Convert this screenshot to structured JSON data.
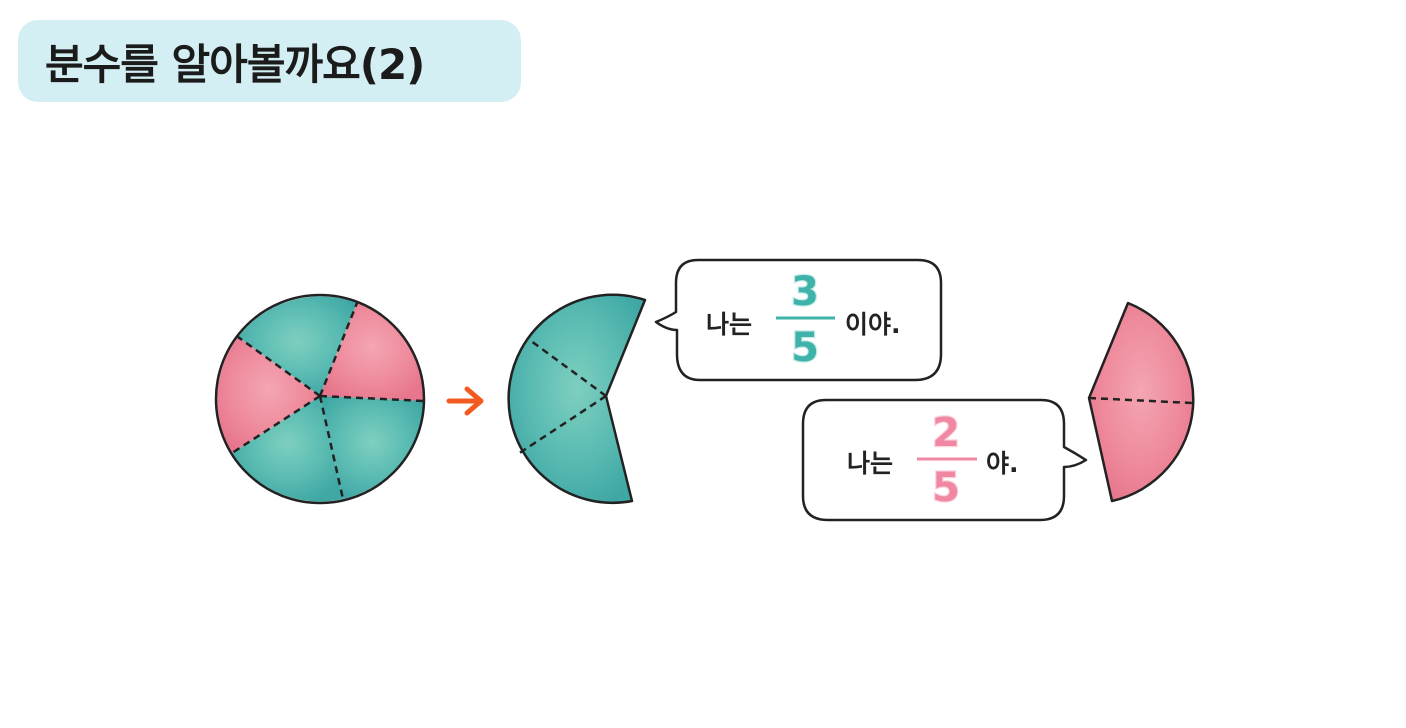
{
  "title": "분수를 알아볼까요(2)",
  "colors": {
    "title_bg": "#d3eff3",
    "teal": "#52bcb4",
    "pink": "#ee8a9e",
    "arrow": "#f25a1f",
    "teal_text": "#3fb3a9",
    "pink_text": "#f088a3"
  },
  "bubble_teal": {
    "prefix": "나는",
    "numerator": "3",
    "denominator": "5",
    "suffix": "이야."
  },
  "bubble_pink": {
    "prefix": "나는",
    "numerator": "2",
    "denominator": "5",
    "suffix": "야."
  }
}
